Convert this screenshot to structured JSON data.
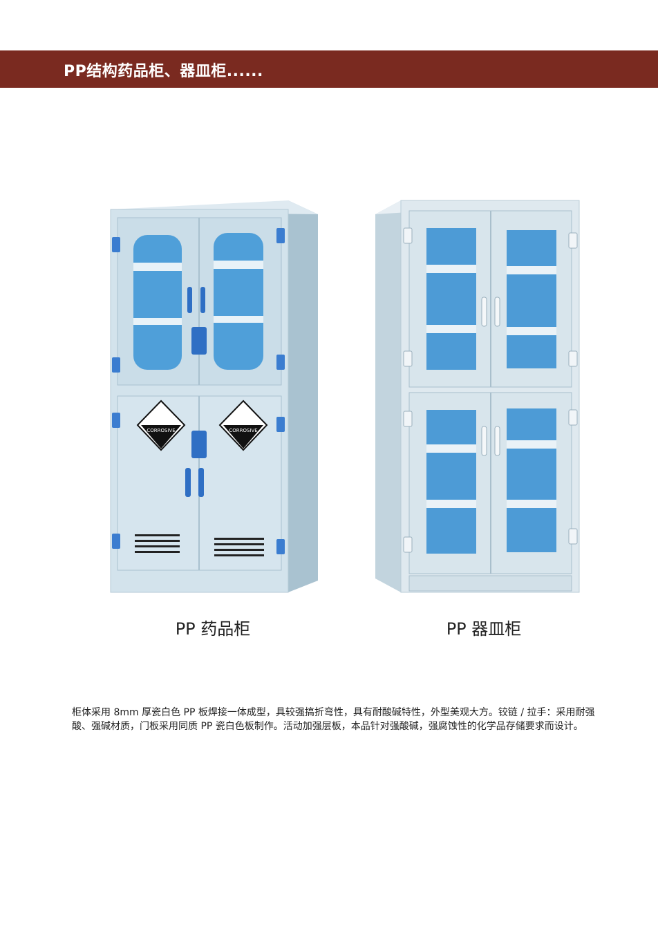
{
  "header": {
    "title": "PP结构药品柜、器皿柜......",
    "background_color": "#7a2a20"
  },
  "products": [
    {
      "caption": "PP 药品柜",
      "hazard_label": "CORROSIVE",
      "body_color": "#c9dde8",
      "accent_color": "#2f6fc4"
    },
    {
      "caption": "PP 器皿柜",
      "body_color": "#dbe7ee",
      "glass_color": "#4d9bd6"
    }
  ],
  "description": "柜体采用 8mm 厚瓷白色 PP 板焊接一体成型，具较强搞折弯性，具有耐酸碱特性，外型美观大方。铰链 / 拉手：采用耐强酸、强碱材质，门板采用同质 PP 瓷白色板制作。活动加强层板，本品针对强酸碱，强腐蚀性的化学品存储要求而设计。"
}
